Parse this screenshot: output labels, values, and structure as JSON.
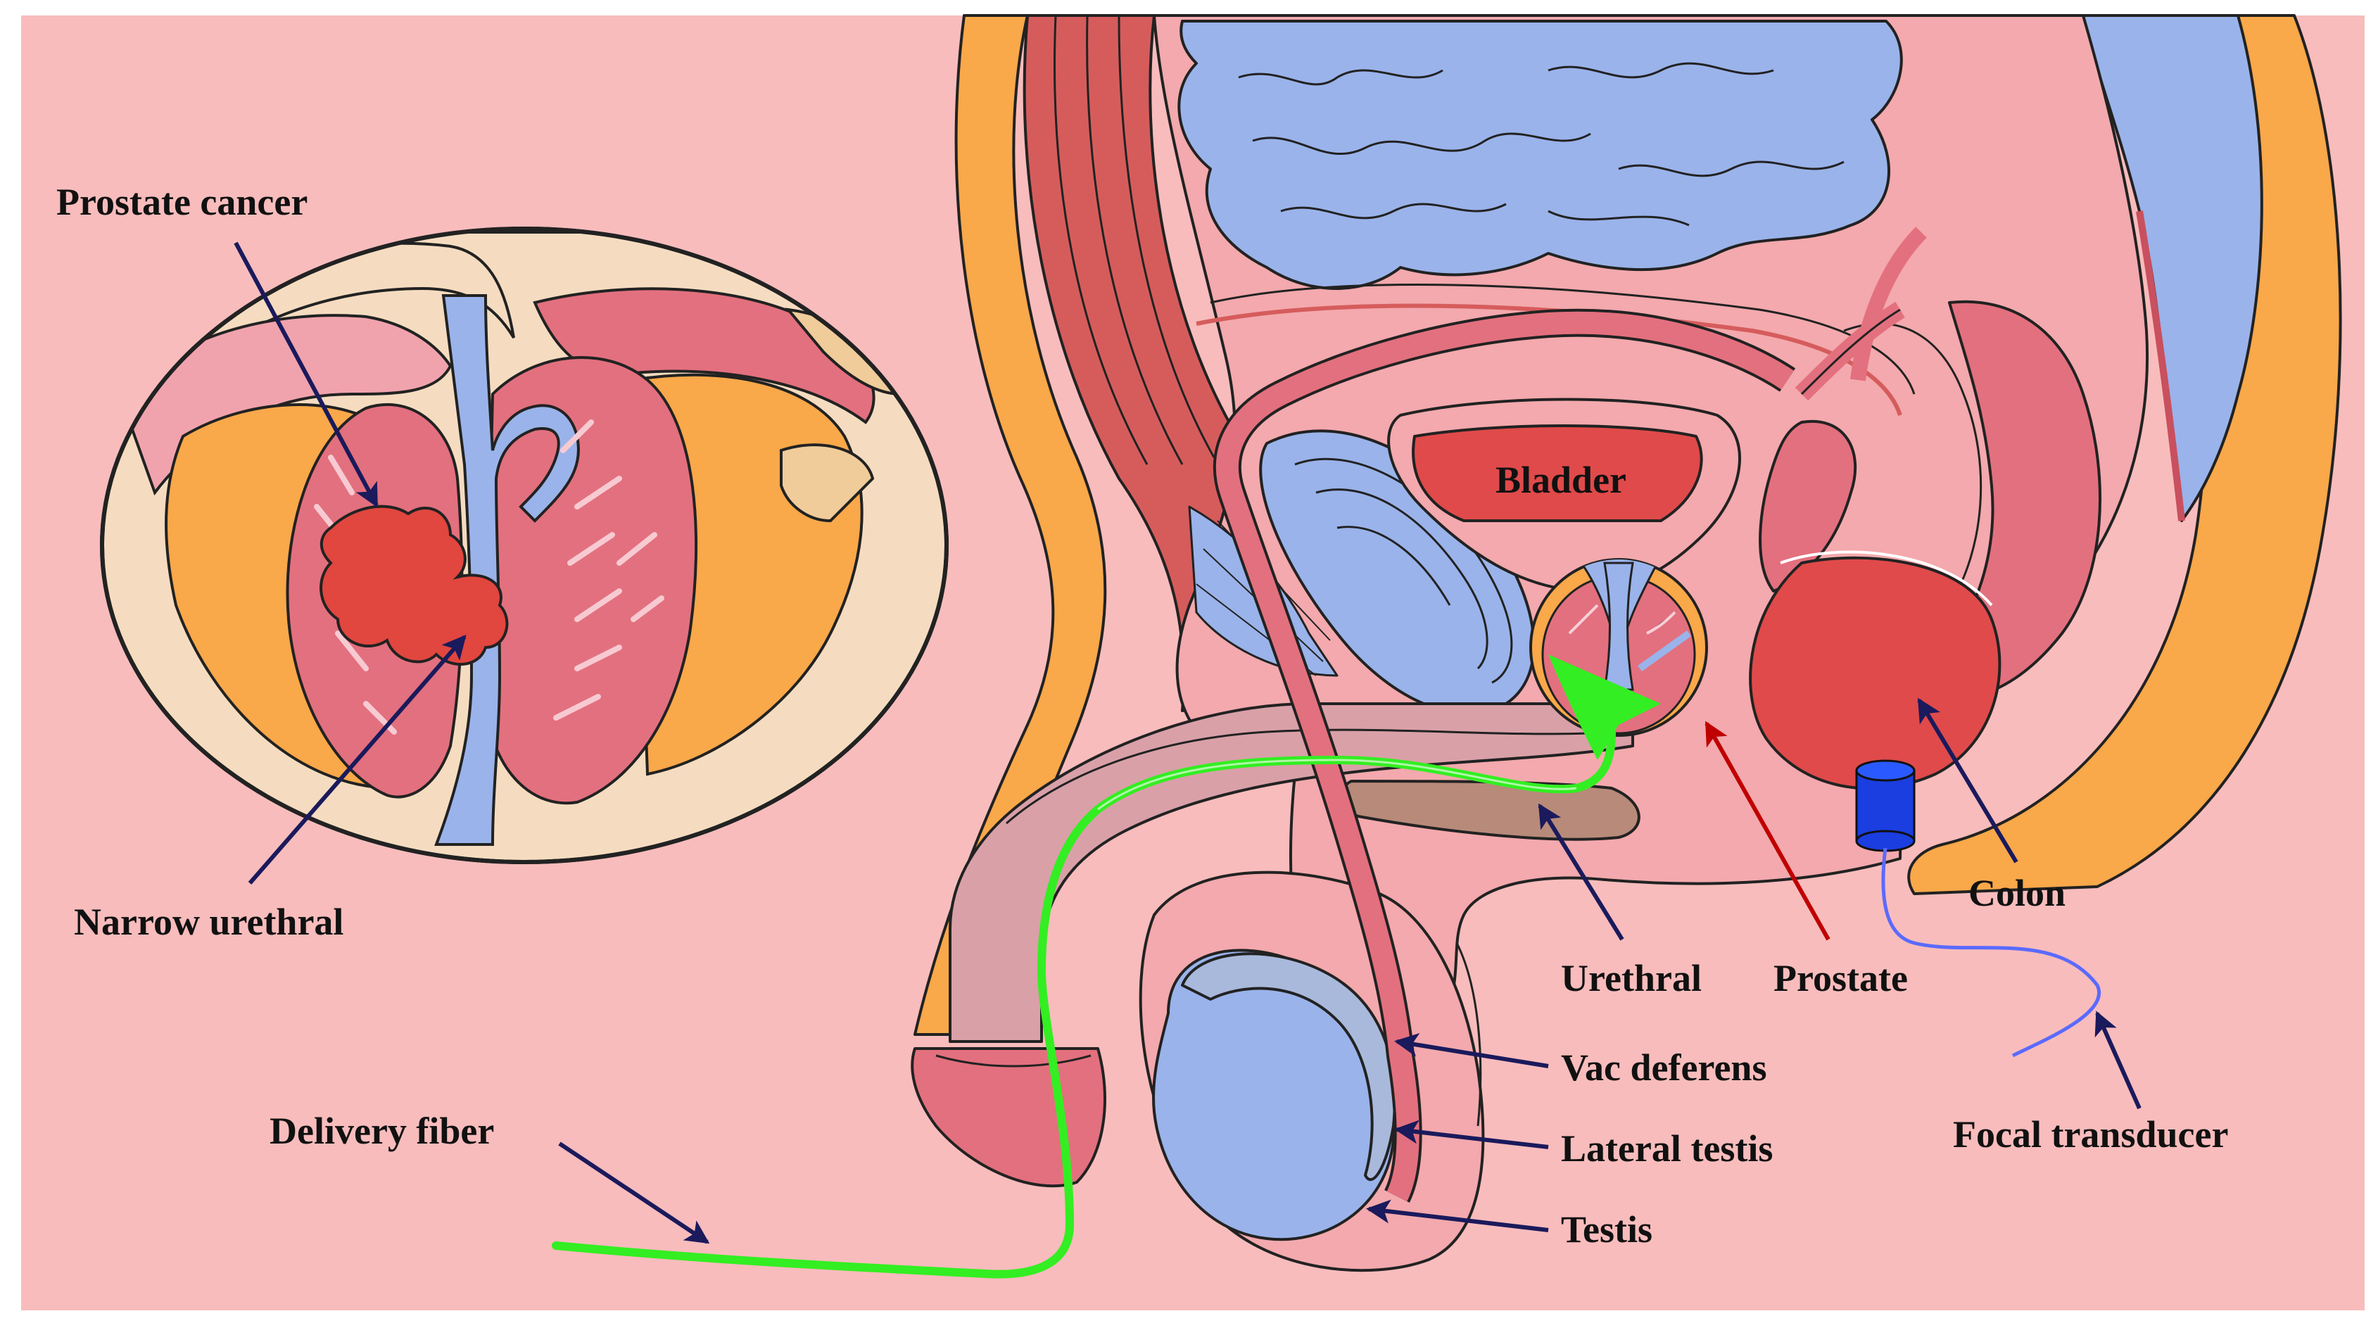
{
  "labels": {
    "prostate_cancer": "Prostate cancer",
    "narrow_urethral": "Narrow urethral",
    "delivery_fiber": "Delivery fiber",
    "bladder": "Bladder",
    "urethral": "Urethral",
    "prostate": "Prostate",
    "colon": "Colon",
    "focal_transducer": "Focal transducer",
    "vac_deferens": "Vac deferens",
    "lateral_testis": "Lateral testis",
    "testis": "Testis"
  },
  "colors": {
    "background": "#f8bcbc",
    "fat_orange": "#f9a84a",
    "organ_blue": "#9ab3ea",
    "muscle_red": "#d65c5c",
    "tissue_pink": "#e3707e",
    "light_pink": "#f0a3ad",
    "tumor_red": "#e1463f",
    "bladder_red": "#e04a4a",
    "fiber_green": "#33ee22",
    "arrow_navy": "#1a1a5c",
    "arrow_red": "#c00000",
    "transducer_blue": "#1a3ee0",
    "cable_blue": "#5a6aff",
    "inset_cream": "#f5dcc0"
  },
  "icons": {
    "transducer": "cylinder-transducer-icon",
    "laser_spot": "green-triangle-beam-icon"
  }
}
